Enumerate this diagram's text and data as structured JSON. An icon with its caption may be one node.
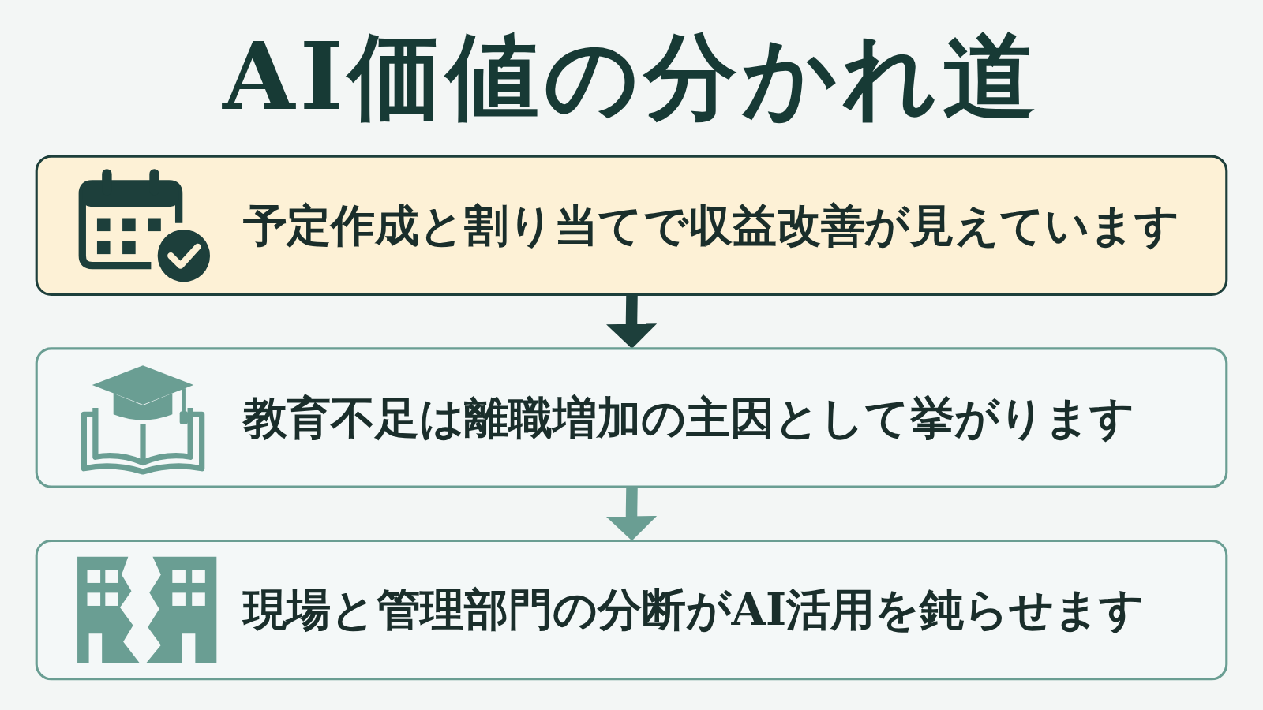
{
  "diagram": {
    "title": "AI価値の分かれ道",
    "nodes": [
      {
        "text": [
          "予定作成と割り当てで収益改善が見えています"
        ]
      },
      {
        "text": [
          "教育不足は離職増加の主因として挙がります"
        ]
      },
      {
        "text": [
          "現場と管理部門の分断がAI活用を鈍らせます"
        ]
      }
    ],
    "edges": [
      {
        "from": 0,
        "to": 1,
        "arrow": "to",
        "color": "#1d3f3b"
      },
      {
        "from": 1,
        "to": 2,
        "arrow": "to",
        "color": "#6a9e93"
      }
    ]
  }
}
